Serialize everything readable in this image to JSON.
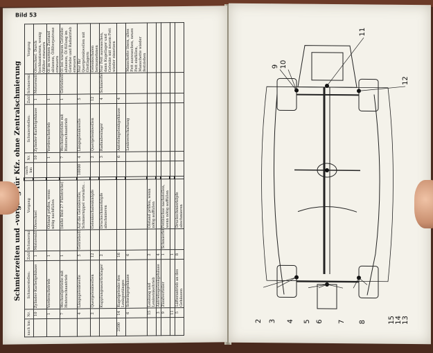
{
  "left_page": {
    "page_number": "Bild 53",
    "table_title": "Schmierzeiten und -vorgang für Kfz. ohne Zentralschmierung",
    "headers": {
      "interval": "nach km",
      "nr": "Nr.",
      "stellen": "Schmierstellen:",
      "zahl": "Zahl",
      "mittel": "Schmiermittel",
      "vorgang": "Vorgang"
    },
    "group1_rows": [
      {
        "interval": "",
        "nr": "10",
        "stelle": "Zylinder-Kurbelgehäuse",
        "zahl": "1",
        "mittel": "Motorenöl",
        "vorgang": "Ölwechsel"
      },
      {
        "interval": "",
        "nr": "1",
        "stelle": "Vorderachstrieb",
        "zahl": "1",
        "mittel": "",
        "vorgang": "Ölstand prüfen, wenn nötig nachfüllen"
      },
      {
        "interval": "",
        "nr": "7",
        "stelle": "Wechselgetriebe mit Hinterachsantrieb",
        "zahl": "1",
        "mittel": "",
        "vorgang": "(siehe Bild 27 Füllstriche)"
      },
      {
        "interval": "",
        "nr": "4",
        "stelle": "Längsgelenkwelle",
        "zahl": "5",
        "mittel": "Getriebeöl",
        "vorgang": "Auf die Gelenkwelle, Schmiernippel vorwärts..."
      },
      {
        "interval": "",
        "nr": "2",
        "stelle": "Quergelenkwellen",
        "zahl": "12",
        "mittel": "",
        "vorgang": "Gelenkschalenknöpfe"
      },
      {
        "interval": "",
        "nr": "",
        "stelle": "Kupplungsausrücklager",
        "zahl": "2",
        "mittel": "",
        "vorgang": "Druckschmierköpfe abschmieren"
      },
      {
        "interval": "2500",
        "nr": "14",
        "stelle": "Kugelgelenke des Lenkgestänges",
        "zahl": "16",
        "mittel": "",
        "vorgang": ""
      },
      {
        "interval": "",
        "nr": "6",
        "stelle": "Schwingegehäuse",
        "zahl": "6",
        "mittel": "",
        "vorgang": ""
      },
      {
        "interval": "",
        "nr": "15",
        "stelle": "Lenkung und Lenkwinkeltrieb",
        "zahl": "2",
        "mittel": "",
        "vorgang": "Ölstand prüfen, wenn nötig auffüllen"
      },
      {
        "interval": "",
        "nr": "3",
        "stelle": "Antriebsgelenkgehäuse",
        "zahl": "4",
        "mittel": "",
        "vorgang": ""
      },
      {
        "interval": "",
        "nr": "9",
        "stelle": "Zündverteiler",
        "zahl": "1",
        "mittel": "Schmierfett",
        "vorgang": "Fettbüchse nachstellen, wenn nötig auffüllen"
      },
      {
        "interval": "",
        "nr": "11",
        "stelle": "",
        "zahl": "1",
        "mittel": "",
        "vorgang": ""
      },
      {
        "interval": "",
        "nr": "5",
        "stelle": "Lüfterantrieb an des Gehäusen",
        "zahl": "8",
        "mittel": "",
        "vorgang": "Druckschmierköpfe abschmieren"
      }
    ],
    "group2_rows": [
      {
        "interval": "",
        "nr": "10",
        "stelle": "Zylinder-Kurbelgehäuse",
        "zahl": "1",
        "mittel": "Motorenöl",
        "vorgang": "Ölwechsel. Durch hochkantarnen, wenig Ölfilter erneuern"
      },
      {
        "interval": "",
        "nr": "1",
        "stelle": "Vorderachstrieb",
        "zahl": "1",
        "mittel": "",
        "vorgang": "Öl im warmen Zustand ablassen, Ölfilterpatrone erneuern"
      },
      {
        "interval": "",
        "nr": "7",
        "stelle": "Wechselgetriebe mit Hinterachsantrieb",
        "zahl": "1",
        "mittel": "Getriebeöl",
        "vorgang": "Öl bei warmem Getriebe ablassen, Öl füllung im Getriebe und Radantrieb erneuern"
      },
      {
        "interval": "10000",
        "nr": "4",
        "stelle": "Längsgelenkwelle",
        "zahl": "5",
        "mittel": "",
        "vorgang": "Nur für Quergelenkwellen mit Gleitlagern"
      },
      {
        "interval": "",
        "nr": "2",
        "stelle": "Quergelenkwellen",
        "zahl": "12",
        "mittel": "",
        "vorgang": "Gelenkschalen herausnehmen"
      },
      {
        "interval": "",
        "nr": "3",
        "stelle": "Radnabenlager",
        "zahl": "4",
        "mittel": "Schmierfett",
        "vorgang": "Nur Fett auswaschen, dann Kugellager und Gelenke mit neuem Fett wieder einsetzen"
      },
      {
        "interval": "",
        "nr": "6",
        "stelle": "Antriebsgelenkgehäuse",
        "zahl": "4",
        "mittel": "",
        "vorgang": ""
      },
      {
        "interval": "",
        "nr": "",
        "stelle": "Lenkverschaltung",
        "zahl": "",
        "mittel": "",
        "vorgang": "Manschette lösen, altes Fett auswaschen, neues Fett einfüllen, Manschette wieder festziehen"
      }
    ]
  },
  "right_page": {
    "callouts_top": [
      "11",
      "12",
      "9",
      "10"
    ],
    "callouts_bottom": [
      "2",
      "3",
      "4",
      "5",
      "6",
      "7",
      "8",
      "15",
      "14",
      "13"
    ]
  },
  "colors": {
    "paper": "#f4f2ea",
    "ink": "#1a1a1a",
    "desk": "#4a2a1e"
  }
}
